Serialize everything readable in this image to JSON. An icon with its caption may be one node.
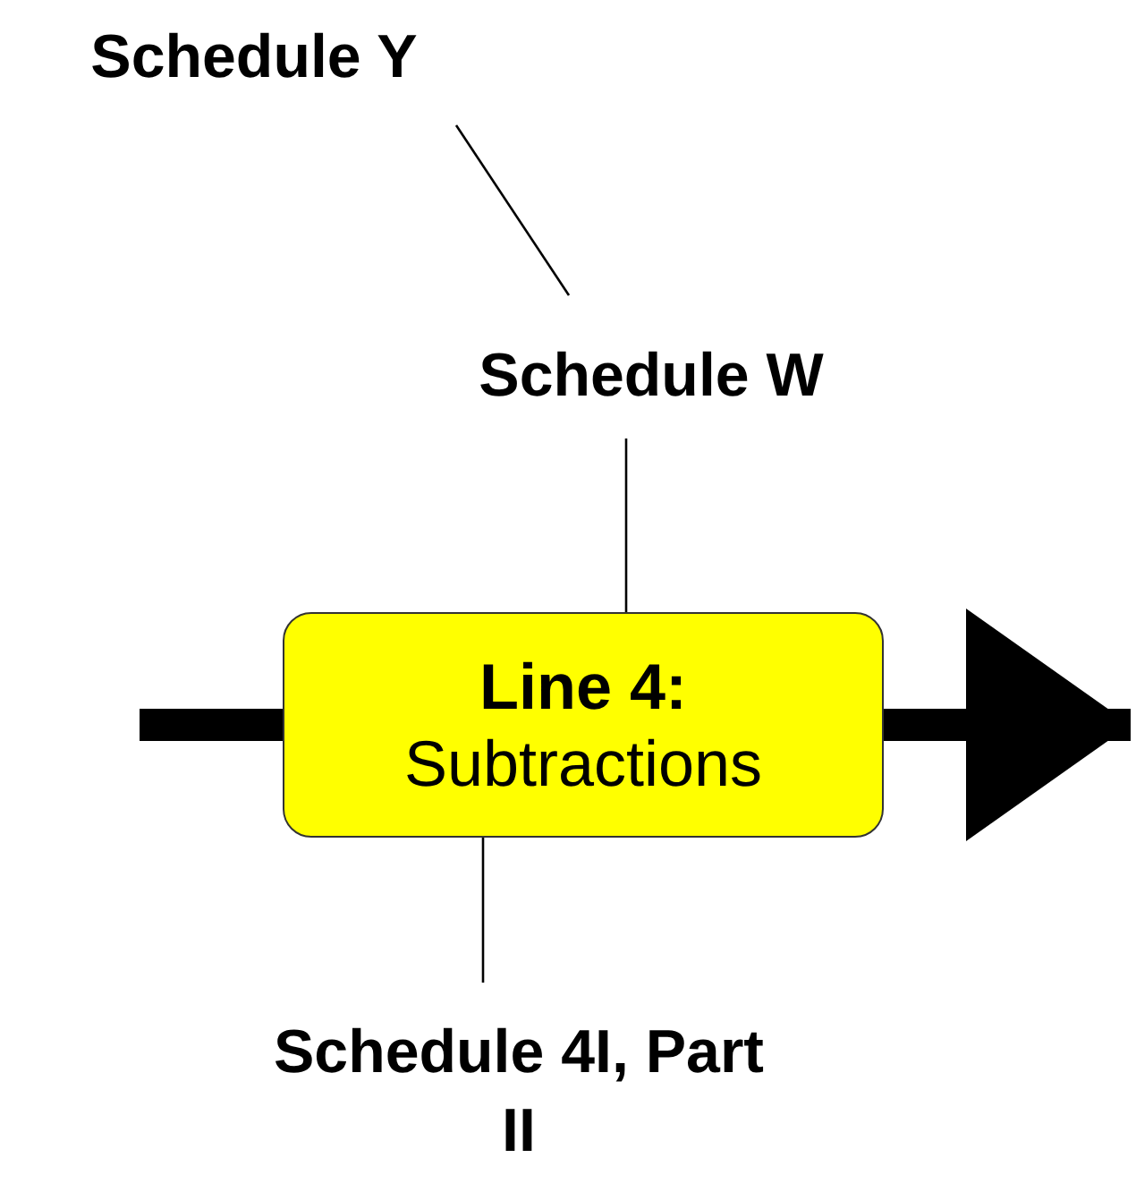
{
  "diagram": {
    "nodes": [
      {
        "text": [
          "Schedule Y"
        ]
      },
      {
        "text": [
          "Schedule W"
        ]
      },
      {
        "text": [
          "Line 4:",
          "Subtractions"
        ]
      },
      {
        "text": [
          "Schedule 4I, Part II"
        ]
      }
    ],
    "edges": [
      {
        "from": 0,
        "to": 1,
        "arrow": "none"
      },
      {
        "from": 1,
        "to": 2,
        "arrow": "none"
      },
      {
        "from": 2,
        "to": 3,
        "arrow": "none"
      },
      {
        "from": null,
        "to": 2,
        "arrow": "none",
        "style": "thick"
      },
      {
        "from": 2,
        "to": null,
        "arrow": "to",
        "style": "thick"
      }
    ]
  }
}
